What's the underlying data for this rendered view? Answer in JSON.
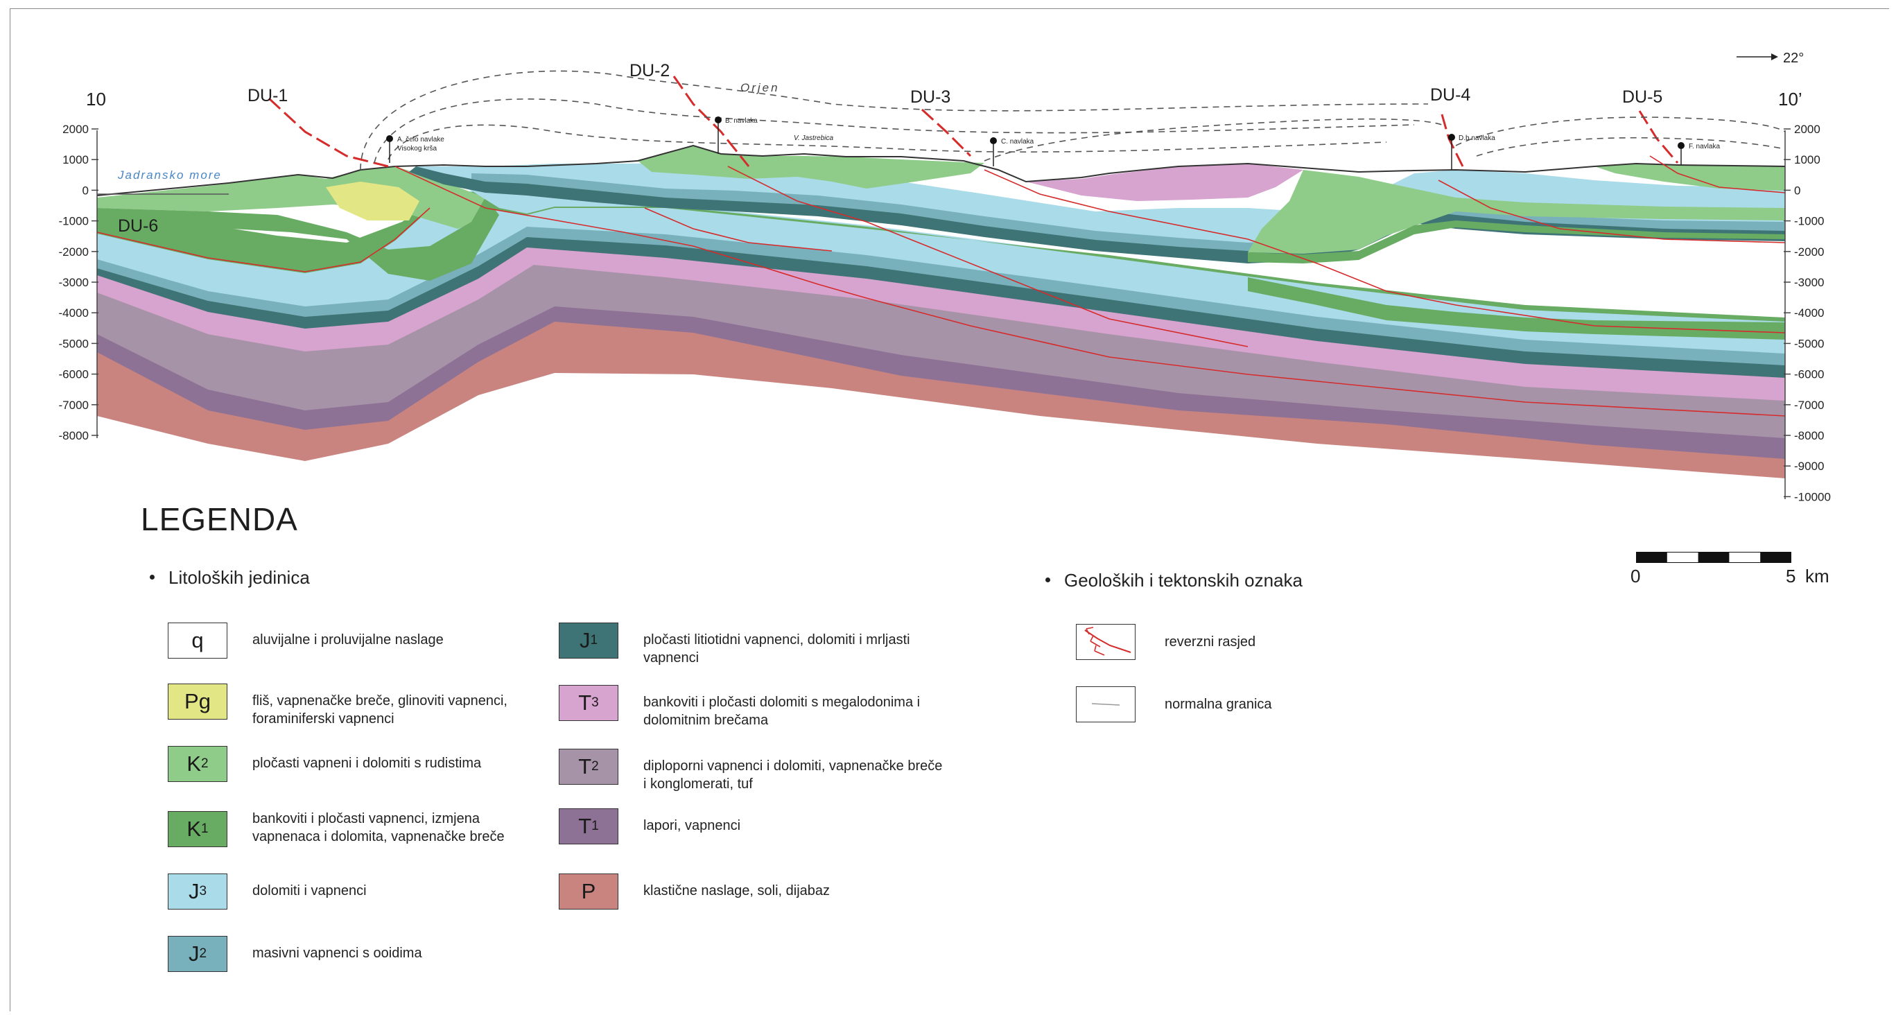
{
  "section": {
    "profile_start": "10",
    "profile_end": "10’",
    "north_arrow": "22°",
    "sea_label": "Jadransko more",
    "mountain_label": "Orjen",
    "depth_left": [
      "2000",
      "1000",
      "0",
      "-1000",
      "-2000",
      "-3000",
      "-4000",
      "-5000",
      "-6000",
      "-7000",
      "-8000"
    ],
    "depth_right": [
      "2000",
      "1000",
      "0",
      "-1000",
      "-2000",
      "-3000",
      "-4000",
      "-5000",
      "-6000",
      "-7000",
      "-8000",
      "-9000",
      "-10000"
    ],
    "faults": [
      "DU-1",
      "DU-2",
      "DU-3",
      "DU-4",
      "DU-5",
      "DU-6"
    ],
    "nappes": [
      {
        "name": "A. čelo navlake",
        "sub": "Visokog krša"
      },
      {
        "name": "B. navlaka",
        "sub": ""
      },
      {
        "name": "C. navlaka",
        "sub": ""
      },
      {
        "name": "D.b navlaka",
        "sub": ""
      },
      {
        "name": "F. navlaka",
        "sub": ""
      }
    ],
    "place_label": "V. Jastrebica"
  },
  "legend": {
    "title": "LEGENDA",
    "units_heading": "Litoloških jedinica",
    "symbols_heading": "Geoloških i tektonskih oznaka",
    "units": [
      {
        "code": "q",
        "sub": "",
        "color": "#ffffff",
        "desc": "aluvijalne i proluvijalne naslage"
      },
      {
        "code": "Pg",
        "sub": "",
        "color": "#e3e684",
        "desc": "fliš, vapnenačke breče, glinoviti vapnenci, foraminiferski vapnenci"
      },
      {
        "code": "K",
        "sub": "2",
        "color": "#8fcc8a",
        "desc": "pločasti vapneni i dolomiti s rudistima"
      },
      {
        "code": "K",
        "sub": "1",
        "color": "#68ab63",
        "desc": "bankoviti i pločasti vapnenci, izmjena vapnenaca i dolomita, vapnenačke breče"
      },
      {
        "code": "J",
        "sub": "3",
        "color": "#aadbe9",
        "desc": "dolomiti i vapnenci"
      },
      {
        "code": "J",
        "sub": "2",
        "color": "#78b1bb",
        "desc": "masivni vapnenci s ooidima"
      },
      {
        "code": "J",
        "sub": "1",
        "color": "#3f7476",
        "desc": "pločasti litiotidni vapnenci, dolomiti i mrljasti vapnenci"
      },
      {
        "code": "T",
        "sub": "3",
        "color": "#d7a3cf",
        "desc": "bankoviti i pločasti dolomiti s megalodonima i dolomitnim brečama"
      },
      {
        "code": "T",
        "sub": "2",
        "color": "#a793a8",
        "desc": "diploporni vapnenci i dolomiti, vapnenačke breče i konglomerati, tuf"
      },
      {
        "code": "T",
        "sub": "1",
        "color": "#8e7296",
        "desc": "lapori, vapnenci"
      },
      {
        "code": "P",
        "sub": "",
        "color": "#c9847f",
        "desc": "klastične naslage, soli, dijabaz"
      }
    ],
    "symbols": [
      {
        "icon": "reverse-fault-icon",
        "desc": "reverzni rasjed"
      },
      {
        "icon": "normal-boundary-icon",
        "desc": "normalna granica"
      }
    ],
    "scale": {
      "start": "0",
      "end": "5",
      "unit": "km"
    }
  },
  "colors": {
    "fault": "#d62b2b",
    "boundary": "#c94b4b",
    "sea_text": "#4a86c5",
    "frame": "#8a8a8a"
  }
}
